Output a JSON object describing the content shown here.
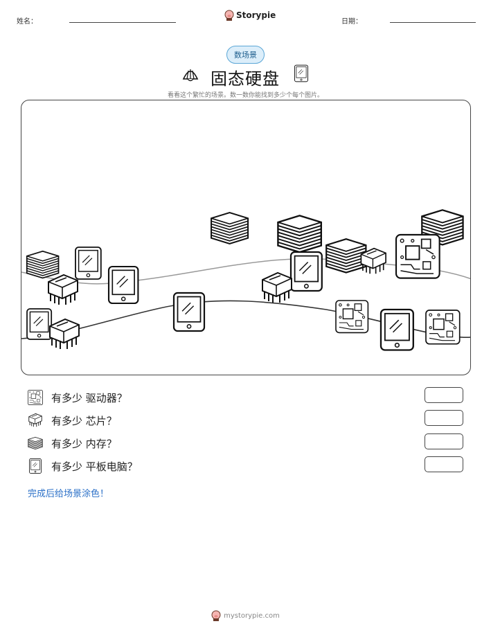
{
  "header": {
    "name_label": "姓名：",
    "date_label": "日期：",
    "brand": "Storypie",
    "brand_icon": "pig-mascot-icon"
  },
  "badge": "数场景",
  "title": "固态硬盘",
  "title_icons": [
    "shell-icon",
    "tablet-icon"
  ],
  "subtitle": "看看这个繁忙的场景。数一数你能找到多少个每个图片。",
  "questions": [
    {
      "icon": "drive-icon",
      "text": "有多少 驱动器？"
    },
    {
      "icon": "chip-icon",
      "text": "有多少 芯片？"
    },
    {
      "icon": "memory-icon",
      "text": "有多少 内存？"
    },
    {
      "icon": "tablet-icon",
      "text": "有多少 平板电脑？"
    }
  ],
  "instruction": "完成后给场景涂色！",
  "footer": "mystorypie.com"
}
